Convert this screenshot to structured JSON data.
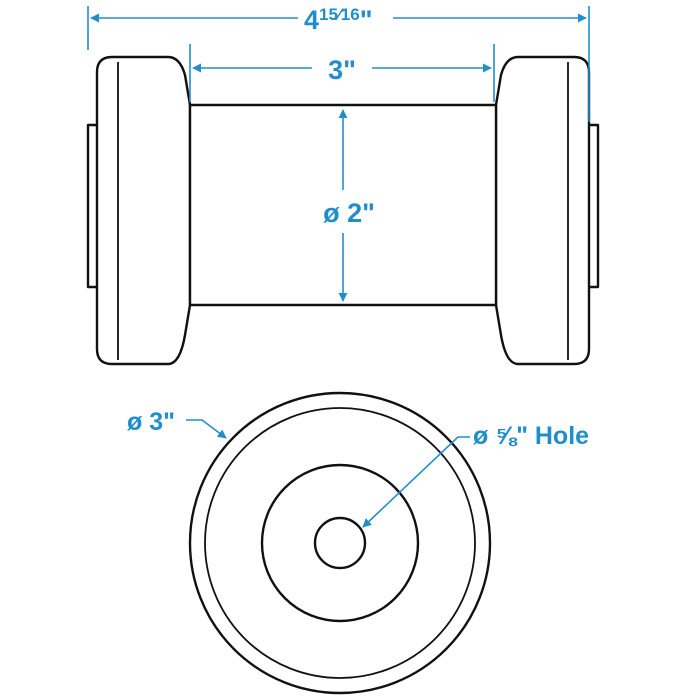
{
  "colors": {
    "accent": "#1f8fcc",
    "line": "#111111",
    "background": "#ffffff"
  },
  "side_view": {
    "overall_length_whole": "4",
    "overall_length_frac": "15⁄16",
    "overall_length_unit": "\"",
    "spool_length": "3\"",
    "spool_diameter": "ø 2\""
  },
  "end_view": {
    "outer_diameter": "ø 3\"",
    "hole_diameter": "ø ⅝\" Hole"
  }
}
